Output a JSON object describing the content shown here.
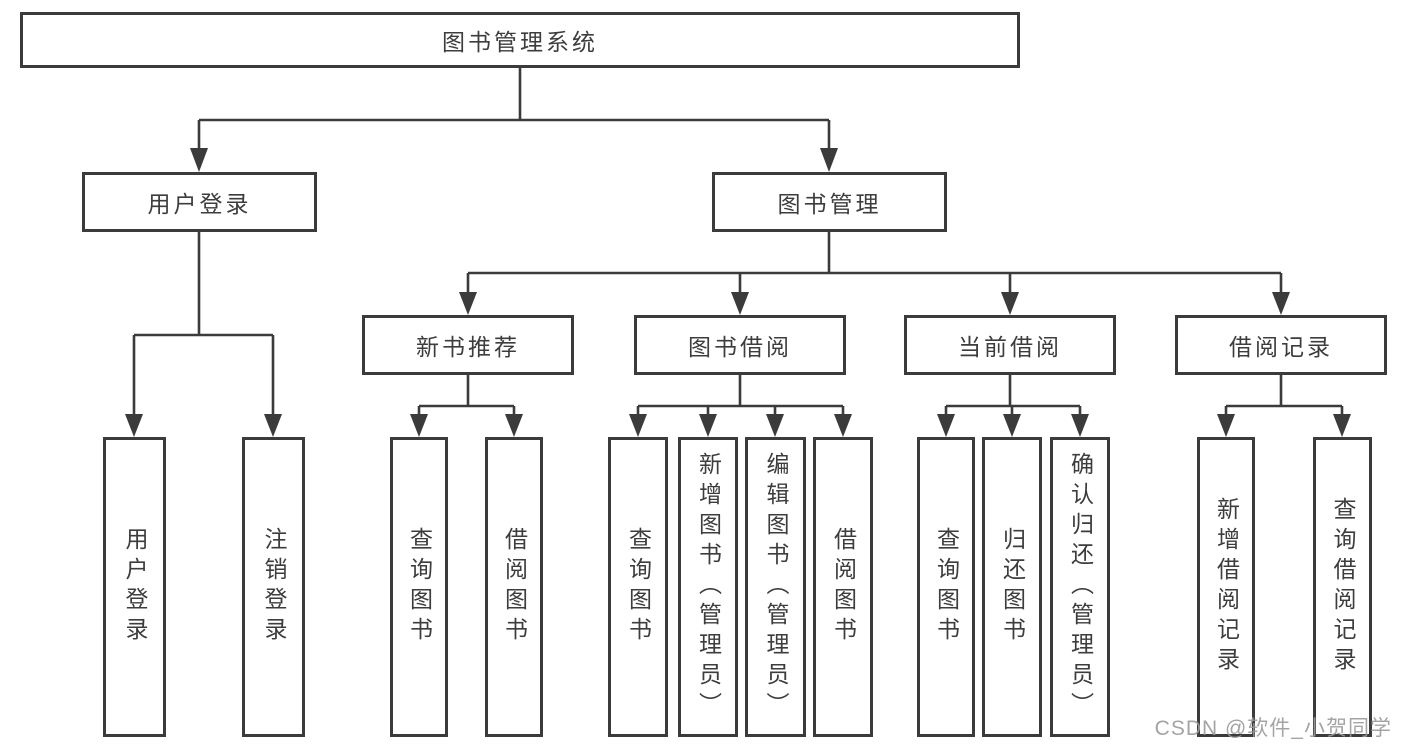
{
  "diagram": {
    "root": {
      "label": "图书管理系统"
    },
    "branches": [
      {
        "label": "用户登录",
        "leaves": [
          {
            "label": "用户登录"
          },
          {
            "label": "注销登录"
          }
        ]
      },
      {
        "label": "图书管理",
        "sections": [
          {
            "label": "新书推荐",
            "leaves": [
              {
                "label": "查询图书"
              },
              {
                "label": "借阅图书"
              }
            ]
          },
          {
            "label": "图书借阅",
            "leaves": [
              {
                "label": "查询图书"
              },
              {
                "label": "新增图书（管理员）"
              },
              {
                "label": "编辑图书（管理员）"
              },
              {
                "label": "借阅图书"
              }
            ]
          },
          {
            "label": "当前借阅",
            "leaves": [
              {
                "label": "查询图书"
              },
              {
                "label": "归还图书"
              },
              {
                "label": "确认归还（管理员）"
              }
            ]
          },
          {
            "label": "借阅记录",
            "leaves": [
              {
                "label": "新增借阅记录"
              },
              {
                "label": "查询借阅记录"
              }
            ]
          }
        ]
      }
    ]
  },
  "watermark": {
    "text": "CSDN @软件_小贺同学"
  },
  "colors": {
    "line": "#3b3b3b",
    "node_border": "#3b3b3b",
    "node_text": "#3d3d3d",
    "background": "#ffffff",
    "watermark_text": "#9b9b9b"
  }
}
